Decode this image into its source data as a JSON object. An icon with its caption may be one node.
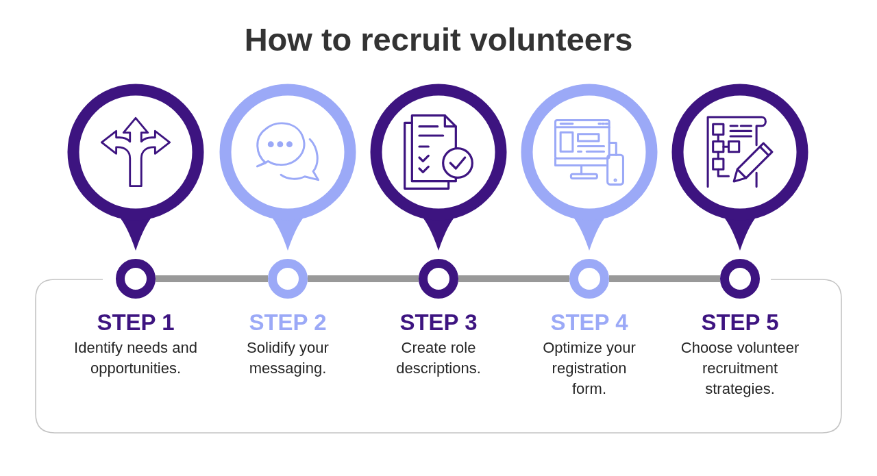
{
  "diagram": {
    "title": "How to recruit volunteers",
    "nodes": [
      {
        "text": [],
        "shape": "circle",
        "beside": [
          "STEP 1",
          "Identify needs and opportunities."
        ]
      },
      {
        "text": [],
        "shape": "circle",
        "beside": [
          "STEP 2",
          "Solidify your messaging."
        ]
      },
      {
        "text": [],
        "shape": "circle",
        "beside": [
          "STEP 3",
          "Create role descriptions."
        ]
      },
      {
        "text": [],
        "shape": "circle",
        "beside": [
          "STEP 4",
          "Optimize your registration form."
        ]
      },
      {
        "text": [],
        "shape": "circle",
        "beside": [
          "STEP 5",
          "Choose volunteer recruitment strategies."
        ]
      }
    ],
    "edges": [
      {
        "from": 0,
        "to": 1,
        "arrow": "none"
      },
      {
        "from": 1,
        "to": 2,
        "arrow": "none"
      },
      {
        "from": 2,
        "to": 3,
        "arrow": "none"
      },
      {
        "from": 3,
        "to": 4,
        "arrow": "none"
      }
    ]
  }
}
